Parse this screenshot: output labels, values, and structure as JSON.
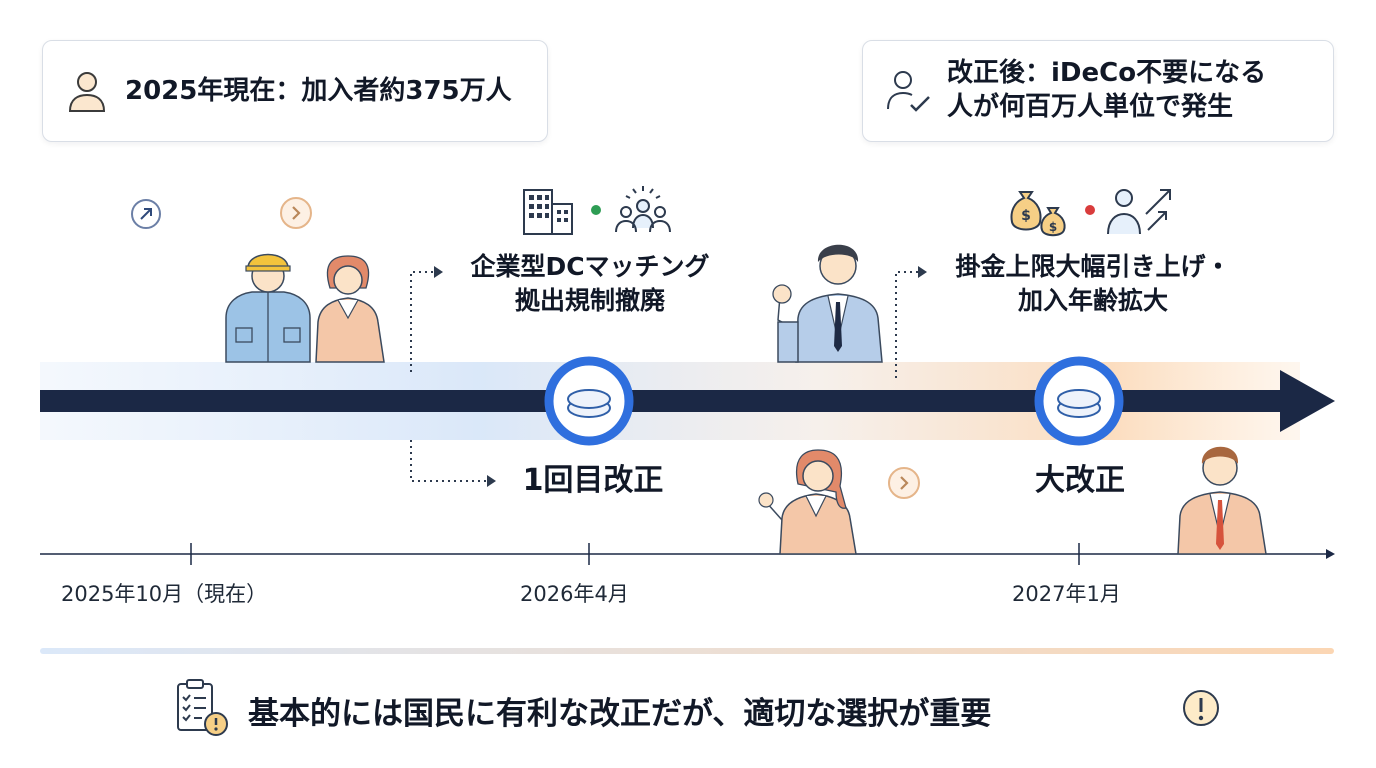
{
  "header_left": {
    "text": "2025年現在：加入者約375万人",
    "icon": "person-icon"
  },
  "header_right": {
    "line1": "改正後：iDeCo不要になる",
    "line2": "人が何百万人単位で発生",
    "icon": "person-check-icon"
  },
  "milestones": [
    {
      "name": "1回目改正",
      "description_line1": "企業型DCマッチング",
      "description_line2": "拠出規制撤廃",
      "icons": [
        "building-icon",
        "people-group-icon"
      ]
    },
    {
      "name": "大改正",
      "description_line1": "掛金上限大幅引き上げ・",
      "description_line2": "加入年齢拡大",
      "icons": [
        "money-bags-icon",
        "person-growth-icon"
      ]
    }
  ],
  "dates": [
    "2025年10月（現在）",
    "2026年4月",
    "2027年1月"
  ],
  "summary": "基本的には国民に有利な改正だが、適切な選択が重要",
  "colors": {
    "arrow": "#1b2845",
    "accent_blue": "#2f6fde",
    "accent_orange": "#f4a261",
    "dot_green": "#2e9d54",
    "dot_red": "#d93c3c"
  }
}
